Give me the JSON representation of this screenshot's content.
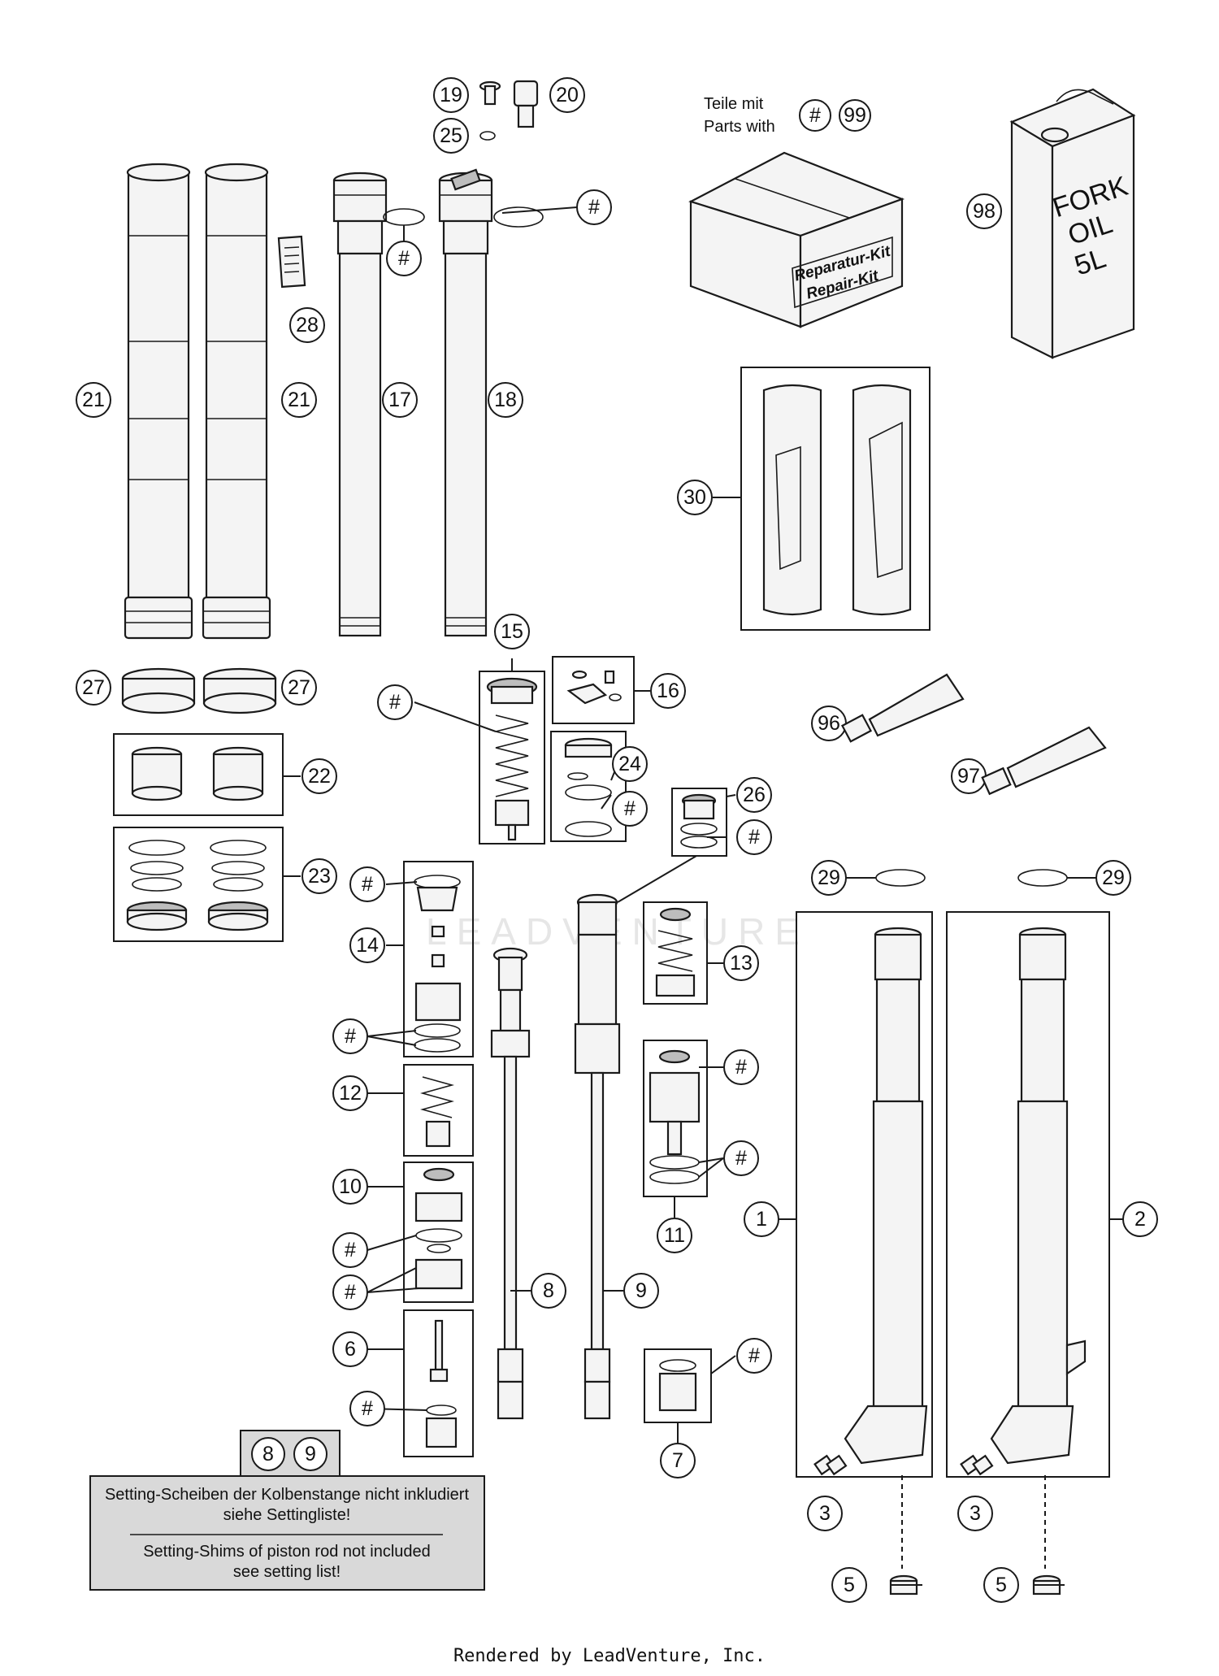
{
  "diagram": {
    "callouts": {
      "c19": "19",
      "c20": "20",
      "c25": "25",
      "c_hash_top": "#",
      "c28": "28",
      "c21a": "21",
      "c21b": "21",
      "c17": "17",
      "c18": "18",
      "c_hash_17": "#",
      "c98": "98",
      "c30": "30",
      "c27a": "27",
      "c27b": "27",
      "c15": "15",
      "c16": "16",
      "c_hash_15": "#",
      "c22": "22",
      "c24": "24",
      "c_hash_24": "#",
      "c96": "96",
      "c97": "97",
      "c23": "23",
      "c26": "26",
      "c_hash_26": "#",
      "c29a": "29",
      "c29b": "29",
      "c_hash_14a": "#",
      "c14": "14",
      "c_hash_14b": "#",
      "c13": "13",
      "c12": "12",
      "c_hash_11a": "#",
      "c_hash_11b": "#",
      "c10": "10",
      "c_hash_10a": "#",
      "c_hash_10b": "#",
      "c11": "11",
      "c1": "1",
      "c2": "2",
      "c8": "8",
      "c9": "9",
      "c6": "6",
      "c_hash_7": "#",
      "c_hash_6": "#",
      "c7": "7",
      "c3a": "3",
      "c3b": "3",
      "c5a": "5",
      "c5b": "5",
      "c8n": "8",
      "c9n": "9"
    },
    "kit_legend": {
      "line1": "Teile mit",
      "line2": "Parts with",
      "hash": "#",
      "num": "99"
    },
    "repair_kit_box": {
      "line1": "Reparatur-Kit",
      "line2": "Repair-Kit"
    },
    "oil_can": {
      "line1": "FORK",
      "line2": "OIL",
      "line3": "5L"
    },
    "watermark": "LEADVENTURE",
    "note": {
      "de_line1": "Setting-Scheiben der Kolbenstange nicht inkludiert",
      "de_line2": "siehe Settingliste!",
      "en_line1": "Setting-Shims of piston rod not included",
      "en_line2": "see setting list!"
    }
  },
  "footer": "Rendered by LeadVenture, Inc."
}
